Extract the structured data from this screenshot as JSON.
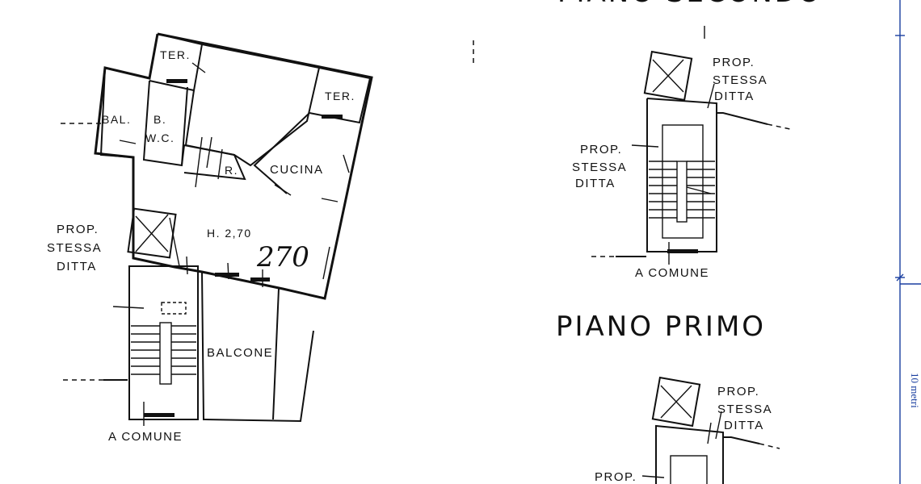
{
  "labels": {
    "ter_1": "TER.",
    "ter_2": "TER.",
    "bal": "BAL.",
    "bath_1": "B.",
    "bath_2": "W.C.",
    "r": "R.",
    "cucina": "CUCINA",
    "height": "H. 2,70",
    "handwritten": "270",
    "balcone": "BALCONE",
    "prop_left": [
      "PROP.",
      "STESSA",
      "DITTA"
    ],
    "a_comune_left": "A COMUNE",
    "prop_tr_top": [
      "PROP.",
      "STESSA",
      "DITTA"
    ],
    "prop_tr_left": [
      "PROP.",
      "STESSA",
      "DITTA"
    ],
    "a_comune_right": "A COMUNE",
    "piano_secondo": "PIANO SECONDO",
    "piano_primo": "PIANO PRIMO",
    "prop_br_top": [
      "PROP.",
      "STESSA",
      "DITTA"
    ],
    "prop_br_left": "PROP.",
    "scale": "10 metri"
  },
  "colors": {
    "ink": "#111111",
    "scale": "#1a3fa0"
  }
}
